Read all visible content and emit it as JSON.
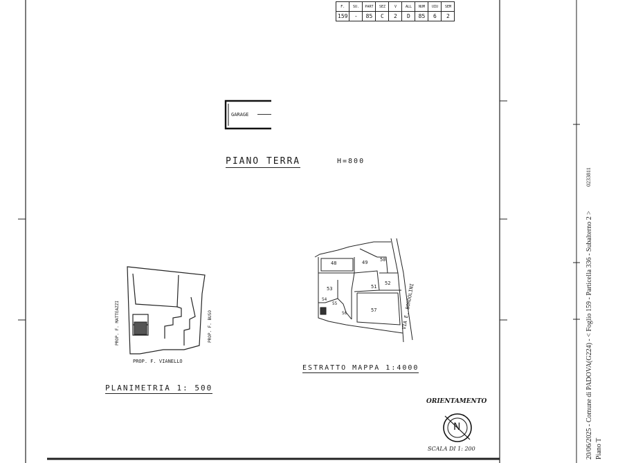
{
  "ident_table": {
    "header": [
      "F.",
      "SU.",
      "PART",
      "SEZ",
      "V",
      "ALL",
      "NUM",
      "UIU",
      "SEM"
    ],
    "row": [
      "159",
      "-",
      "85",
      "C",
      "2",
      "D",
      "85",
      "6",
      "2"
    ]
  },
  "garage_label": "GARAGE",
  "piano_terra": {
    "title": "PIANO TERRA",
    "height": "H=800"
  },
  "planimetria": {
    "title": "PLANIMETRIA 1: 500",
    "road_left": "PROP. F. MATTEAZZI",
    "road_right": "PROP. F. BUSO",
    "road_bottom": "PROP. F. VIANELLO"
  },
  "estratto": {
    "title": "ESTRATTO MAPPA 1:4000",
    "street": "VIA E. BORDOLINI",
    "parcels": [
      "48",
      "49",
      "50",
      "51",
      "52",
      "53",
      "54",
      "55",
      "56",
      "57"
    ]
  },
  "orientamento": {
    "title": "ORIENTAMENTO",
    "north": "N",
    "scala": "SCALA DI 1: 200"
  },
  "sidebar": {
    "line1": "20/06/2025 - Comune di PADOVA(G224) - < Foglio 159 - Particella 336 - Subalterno 2 >",
    "line2": "Piano T",
    "code": "0233811"
  }
}
